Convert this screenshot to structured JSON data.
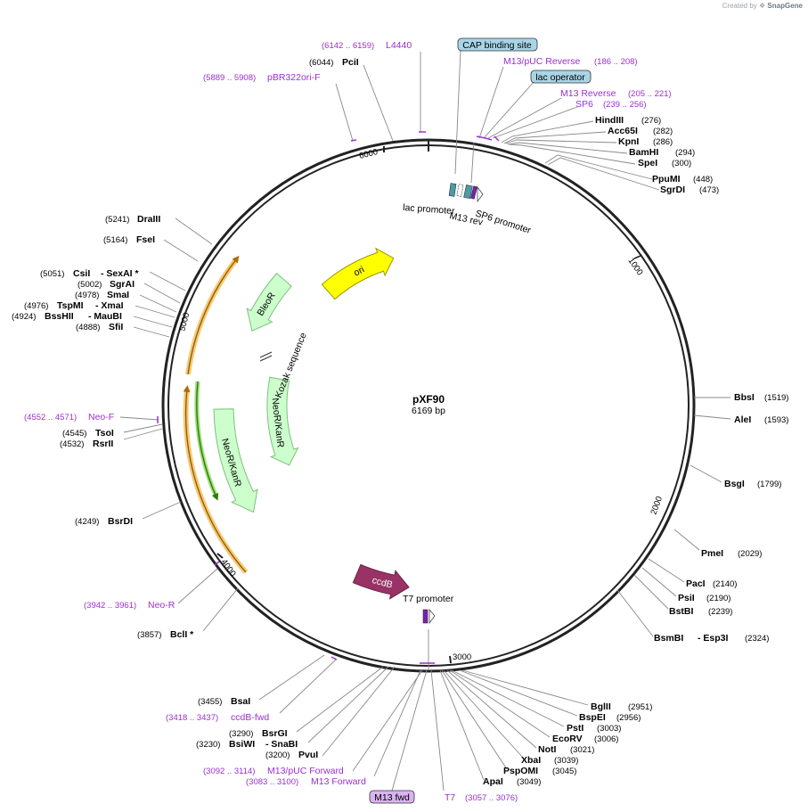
{
  "credit": {
    "prefix": "Created by",
    "brand": "SnapGene"
  },
  "plasmid": {
    "name": "pXF90",
    "length_label": "6169 bp",
    "length": 6169
  },
  "ticks": [
    "1000",
    "2000",
    "3000",
    "4000",
    "5000",
    "6000"
  ],
  "features": [
    {
      "name": "ori",
      "start": 5460,
      "end": 5940,
      "ring": 170,
      "color": "#ffff00",
      "stroke": "#999900",
      "dir": "cw"
    },
    {
      "name": "BleoR",
      "start": 5020,
      "end": 5330,
      "ring": 215,
      "color": "#ccffcc",
      "stroke": "#7fbf7f",
      "dir": "ccw"
    },
    {
      "name": "NeoR/KanR",
      "start": 4090,
      "end": 4610,
      "ring": 230,
      "color": "#ccffcc",
      "stroke": "#7fbf7f",
      "dir": "ccw"
    },
    {
      "name": "NeoR/KanR",
      "start": 4230,
      "end": 4800,
      "ring": 170,
      "color": "#ccffcc",
      "stroke": "#7fbf7f",
      "dir": "ccw"
    },
    {
      "name": "ccdB",
      "start": 3190,
      "end": 3480,
      "ring": 205,
      "color": "#993366",
      "stroke": "#6b1f45",
      "dir": "ccw"
    }
  ],
  "feature_labels": [
    "lac promoter",
    "M13 rev",
    "SP6 promoter",
    "T7 promoter",
    "Kozak sequence"
  ],
  "tags": [
    "CAP binding site",
    "lac operator",
    "M13 fwd"
  ],
  "sites": [
    {
      "name": "PciI",
      "coord": "(6044)"
    },
    {
      "name": "HindIII",
      "coord": "(276)"
    },
    {
      "name": "Acc65I",
      "coord": "(282)"
    },
    {
      "name": "KpnI",
      "coord": "(286)"
    },
    {
      "name": "BamHI",
      "coord": "(294)"
    },
    {
      "name": "SpeI",
      "coord": "(300)"
    },
    {
      "name": "PpuMI",
      "coord": "(448)"
    },
    {
      "name": "SgrDI",
      "coord": "(473)"
    },
    {
      "name": "BbsI",
      "coord": "(1519)"
    },
    {
      "name": "AleI",
      "coord": "(1593)"
    },
    {
      "name": "BsgI",
      "coord": "(1799)"
    },
    {
      "name": "PmeI",
      "coord": "(2029)"
    },
    {
      "name": "PacI",
      "coord": "(2140)"
    },
    {
      "name": "PsiI",
      "coord": "(2190)"
    },
    {
      "name": "BstBI",
      "coord": "(2239)"
    },
    {
      "name": "BsmBI",
      "name2": "- Esp3I",
      "coord": "(2324)"
    },
    {
      "name": "BglII",
      "coord": "(2951)"
    },
    {
      "name": "BspEI",
      "coord": "(2956)"
    },
    {
      "name": "PstI",
      "coord": "(3003)"
    },
    {
      "name": "EcoRV",
      "coord": "(3006)"
    },
    {
      "name": "NotI",
      "coord": "(3021)"
    },
    {
      "name": "XbaI",
      "coord": "(3039)"
    },
    {
      "name": "PspOMI",
      "coord": "(3045)"
    },
    {
      "name": "ApaI",
      "coord": "(3049)"
    },
    {
      "name": "DraIII",
      "coord": "(5241)"
    },
    {
      "name": "FseI",
      "coord": "(5164)"
    },
    {
      "name": "CsiI",
      "name2": "- SexAI *",
      "coord": "(5051)"
    },
    {
      "name": "SgrAI",
      "coord": "(5002)"
    },
    {
      "name": "SmaI",
      "coord": "(4978)"
    },
    {
      "name": "TspMI",
      "name2": "- XmaI",
      "coord": "(4976)"
    },
    {
      "name": "BssHII",
      "name2": "- MauBI",
      "coord": "(4924)"
    },
    {
      "name": "SfiI",
      "coord": "(4888)"
    },
    {
      "name": "TsoI",
      "coord": "(4545)"
    },
    {
      "name": "RsrII",
      "coord": "(4532)"
    },
    {
      "name": "BsrDI",
      "coord": "(4249)"
    },
    {
      "name": "BclI *",
      "coord": "(3857)"
    },
    {
      "name": "BsaI",
      "coord": "(3455)"
    },
    {
      "name": "BsrGI",
      "coord": "(3290)"
    },
    {
      "name": "BsiWI",
      "name2": "- SnaBI",
      "coord": "(3230)"
    },
    {
      "name": "PvuI",
      "coord": "(3200)"
    }
  ],
  "primers": [
    {
      "name": "L4440",
      "coord": "(6142 .. 6159)"
    },
    {
      "name": "pBR322ori-F",
      "coord": "(5889 .. 5908)"
    },
    {
      "name": "M13/pUC Reverse",
      "coord": "(186 .. 208)"
    },
    {
      "name": "M13 Reverse",
      "coord": "(205 .. 221)"
    },
    {
      "name": "SP6",
      "coord": "(239 .. 256)"
    },
    {
      "name": "Neo-F",
      "coord": "(4552 .. 4571)"
    },
    {
      "name": "Neo-R",
      "coord": "(3942 .. 3961)"
    },
    {
      "name": "ccdB-fwd",
      "coord": "(3418 .. 3437)"
    },
    {
      "name": "M13/pUC Forward",
      "coord": "(3092 .. 3114)"
    },
    {
      "name": "M13 Forward",
      "coord": "(3083 .. 3100)"
    },
    {
      "name": "T7",
      "coord": "(3057 .. 3076)"
    }
  ],
  "colors": {
    "primer": "#9b2fd1",
    "tag_blue": "#a8d4e6",
    "tag_purple": "#d8b4f0",
    "backbone": "#222222"
  }
}
